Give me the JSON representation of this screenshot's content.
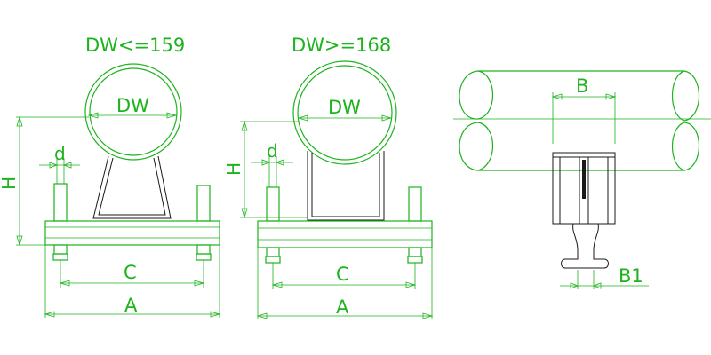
{
  "views": {
    "left": {
      "title": "DW<=159",
      "pipe_label": "DW",
      "dim_d": "d",
      "dim_h": "H",
      "dim_c": "C",
      "dim_a": "A"
    },
    "middle": {
      "title": "DW>=168",
      "pipe_label": "DW",
      "dim_d": "d",
      "dim_h": "H",
      "dim_c": "C",
      "dim_a": "A"
    },
    "right": {
      "dim_b": "B",
      "dim_b1": "B1"
    }
  },
  "colors": {
    "dimension": "#1db31d",
    "geometry": "#1a1a1a"
  }
}
